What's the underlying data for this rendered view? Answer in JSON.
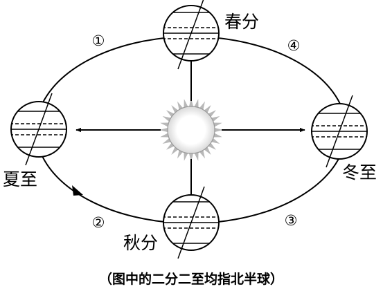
{
  "labels": {
    "spring_equinox": "春分",
    "summer_solstice": "夏至",
    "autumn_equinox": "秋分",
    "winter_solstice": "冬至"
  },
  "segments": {
    "one": "①",
    "two": "②",
    "three": "③",
    "four": "④"
  },
  "caption": "（图中的二分二至均指北半球）",
  "colors": {
    "line": "#000000",
    "background": "#ffffff",
    "sun_rays": "#b8b8b8"
  }
}
